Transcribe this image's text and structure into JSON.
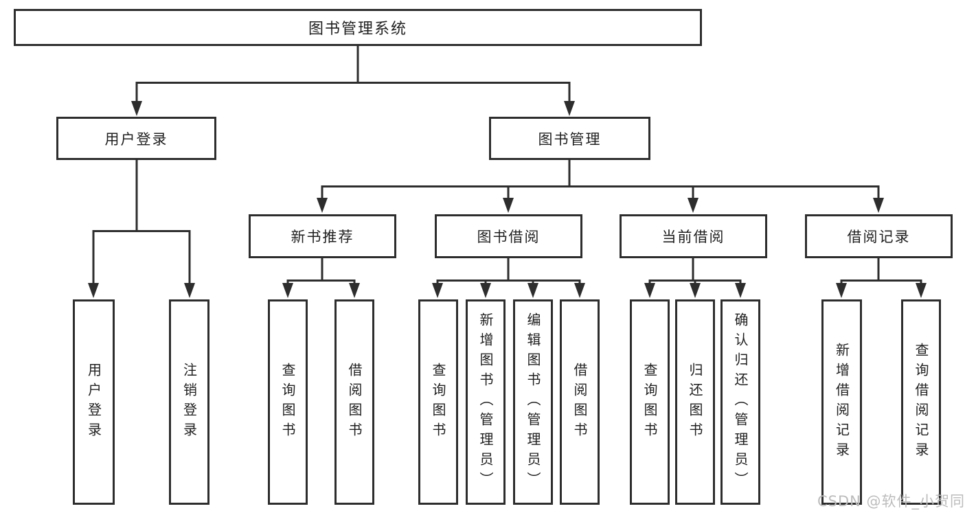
{
  "diagram": {
    "title": "图书管理系统",
    "root": "图书管理系统",
    "level2": {
      "user_login": "用户登录",
      "book_mgmt": "图书管理"
    },
    "level3": {
      "new_books": "新书推荐",
      "book_borrow": "图书借阅",
      "current_borrow": "当前借阅",
      "borrow_records": "借阅记录"
    },
    "leaves": {
      "user_login": "用户登录",
      "logout": "注销登录",
      "nb_search": "查询图书",
      "nb_borrow": "借阅图书",
      "bw_search": "查询图书",
      "bw_add": "新增图书（管理员）",
      "bw_edit": "编辑图书（管理员）",
      "bw_borrow": "借阅图书",
      "cur_search": "查询图书",
      "cur_return": "归还图书",
      "cur_confirm": "确认归还（管理员）",
      "rec_add": "新增借阅记录",
      "rec_search": "查询借阅记录"
    },
    "edges": [
      [
        "图书管理系统",
        "用户登录"
      ],
      [
        "图书管理系统",
        "图书管理"
      ],
      [
        "用户登录",
        "用户登录(叶)"
      ],
      [
        "用户登录",
        "注销登录"
      ],
      [
        "图书管理",
        "新书推荐"
      ],
      [
        "图书管理",
        "图书借阅"
      ],
      [
        "图书管理",
        "当前借阅"
      ],
      [
        "图书管理",
        "借阅记录"
      ],
      [
        "新书推荐",
        "查询图书"
      ],
      [
        "新书推荐",
        "借阅图书"
      ],
      [
        "图书借阅",
        "查询图书"
      ],
      [
        "图书借阅",
        "新增图书（管理员）"
      ],
      [
        "图书借阅",
        "编辑图书（管理员）"
      ],
      [
        "图书借阅",
        "借阅图书"
      ],
      [
        "当前借阅",
        "查询图书"
      ],
      [
        "当前借阅",
        "归还图书"
      ],
      [
        "当前借阅",
        "确认归还（管理员）"
      ],
      [
        "借阅记录",
        "新增借阅记录"
      ],
      [
        "借阅记录",
        "查询借阅记录"
      ]
    ],
    "colors": {
      "line": "#2d2d2d",
      "text": "#1f1f1f",
      "box_fill": "#ffffff",
      "watermark": "#bcbcbc"
    }
  },
  "watermark": "CSDN @软件_小贺同学"
}
